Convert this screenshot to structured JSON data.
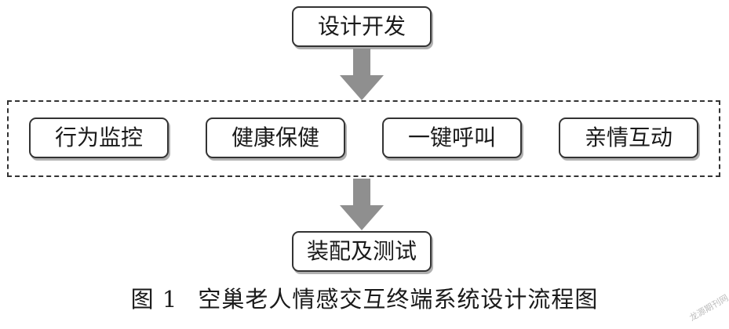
{
  "flow": {
    "top": "设计开发",
    "modules": [
      "行为监控",
      "健康保健",
      "一键呼叫",
      "亲情互动"
    ],
    "bottom": "装配及测试"
  },
  "caption": {
    "number": "图 1",
    "title": "空巢老人情感交互终端系统设计流程图"
  },
  "watermark": "龙源期刊网",
  "colors": {
    "arrow": "#8f8f8f",
    "border": "#333333"
  }
}
